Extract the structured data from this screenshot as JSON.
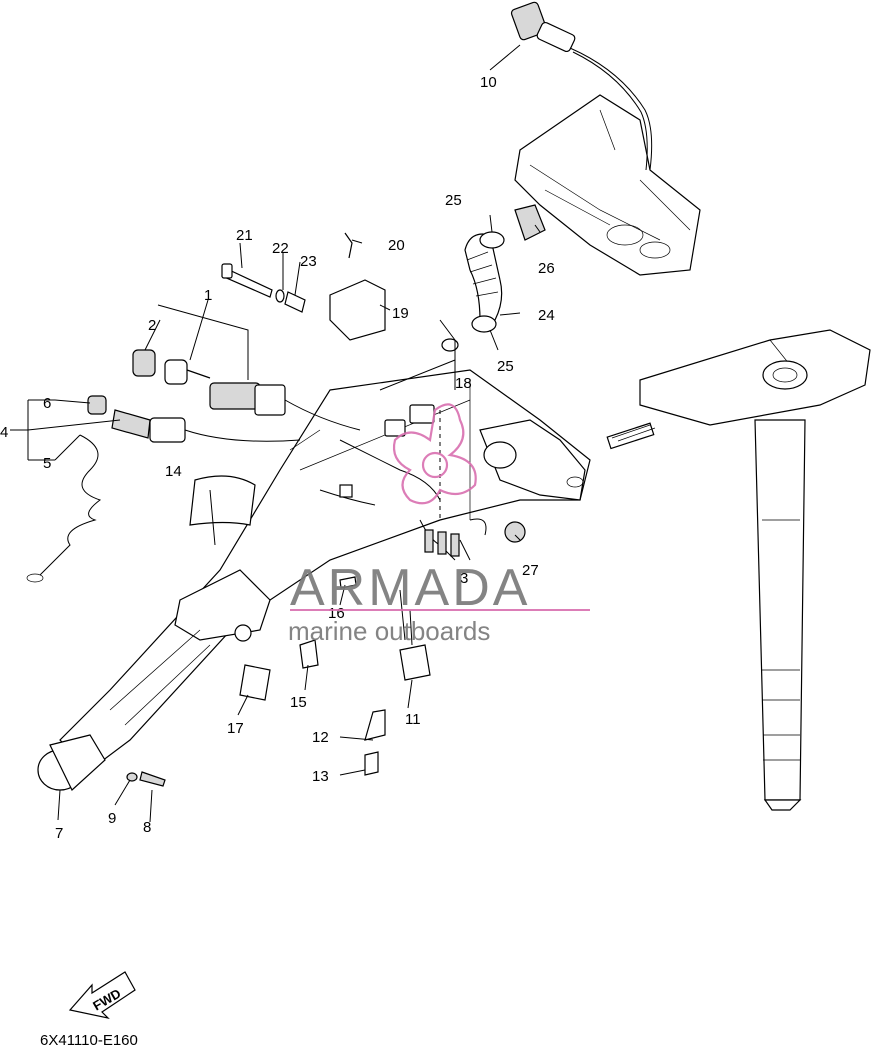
{
  "watermark": {
    "brand": "ARMADA",
    "tagline": "marine outboards",
    "color_text": "#777777",
    "color_accent": "#d96fb0"
  },
  "diagram_code": "6X41110-E160",
  "fwd_label": "FWD",
  "callouts": [
    "1",
    "2",
    "3",
    "4",
    "5",
    "6",
    "7",
    "8",
    "9",
    "10",
    "11",
    "12",
    "13",
    "14",
    "15",
    "16",
    "17",
    "18",
    "19",
    "20",
    "21",
    "22",
    "23",
    "24",
    "25",
    "25",
    "26",
    "27"
  ]
}
